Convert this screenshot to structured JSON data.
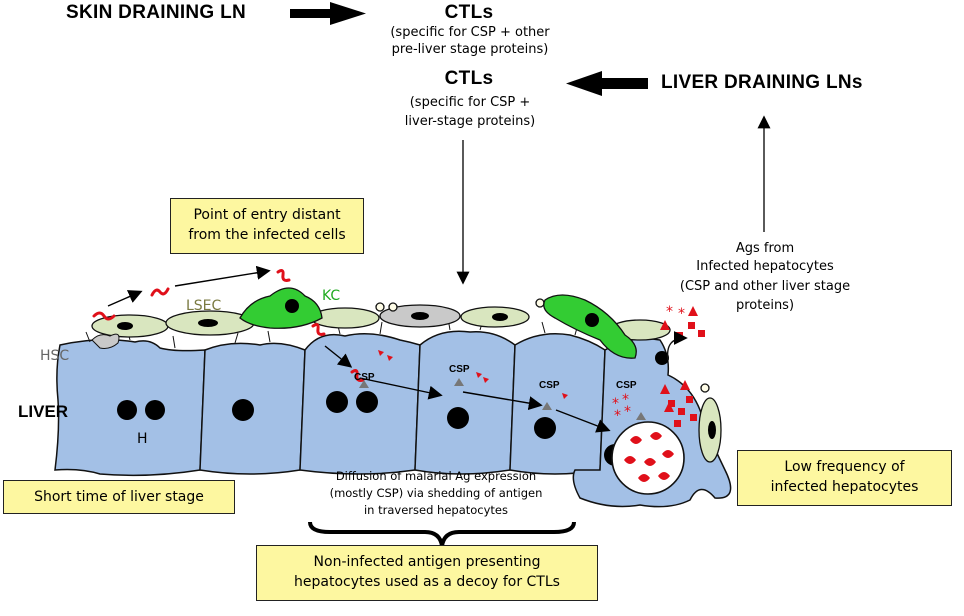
{
  "top": {
    "skin_ln": "SKIN DRAINING LN",
    "ctl1_title": "CTLs",
    "ctl1_line1": "(specific for CSP + other",
    "ctl1_line2": "pre-liver stage proteins)",
    "ctl2_title": "CTLs",
    "ctl2_line1": "(specific for CSP +",
    "ctl2_line2": "liver-stage proteins)",
    "liver_ln": "LIVER DRAINING LNs"
  },
  "ags": {
    "line1": "Ags from",
    "line2": "Infected hepatocytes",
    "line3": "(CSP and other liver stage",
    "line4": "proteins)"
  },
  "boxes": {
    "entry_line1": "Point of entry distant",
    "entry_line2": "from the infected cells",
    "short_time": "Short time of liver stage",
    "low_freq_line1": "Low frequency  of",
    "low_freq_line2": "infected hepatocytes",
    "decoy_line1": "Non-infected antigen presenting",
    "decoy_line2": "hepatocytes used as a decoy for CTLs"
  },
  "labels": {
    "hsc": "HSC",
    "lsec": "LSEC",
    "kc": "KC",
    "liver": "LIVER",
    "h": "H",
    "csp": "CSP",
    "diffusion_line1": "Diffusion of malarial Ag expression",
    "diffusion_line2": "(mostly CSP) via shedding of antigen",
    "diffusion_line3": "in traversed hepatocytes"
  },
  "colors": {
    "hepatocyte": "#a3c0e6",
    "kupffer": "#33cc33",
    "lsec": "#d9e6bf",
    "antigen_red": "#e0101a",
    "box_fill": "#fdf7a0"
  }
}
